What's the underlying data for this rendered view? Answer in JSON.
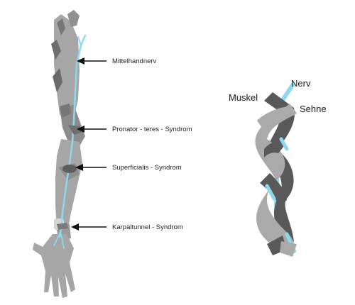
{
  "arm_labels": {
    "median_nerve": "Mittelhandnerv",
    "pronator": "Pronator - teres - Syndrom",
    "superficialis": "Superficialis - Syndrom",
    "carpal": "Karpaltunnel - Syndrom"
  },
  "braid_labels": {
    "muscle": "Muskel",
    "nerve": "Nerv",
    "tendon": "Sehne"
  },
  "colors": {
    "arm_light": "#a6a6a6",
    "arm_mid": "#8c8c8c",
    "muscle_dark": "#595959",
    "tendon_light": "#aaaaaa",
    "nerve": "#8ed8ec",
    "arrow": "#111111"
  },
  "icons": {
    "arrow": "arrow-left-icon"
  }
}
